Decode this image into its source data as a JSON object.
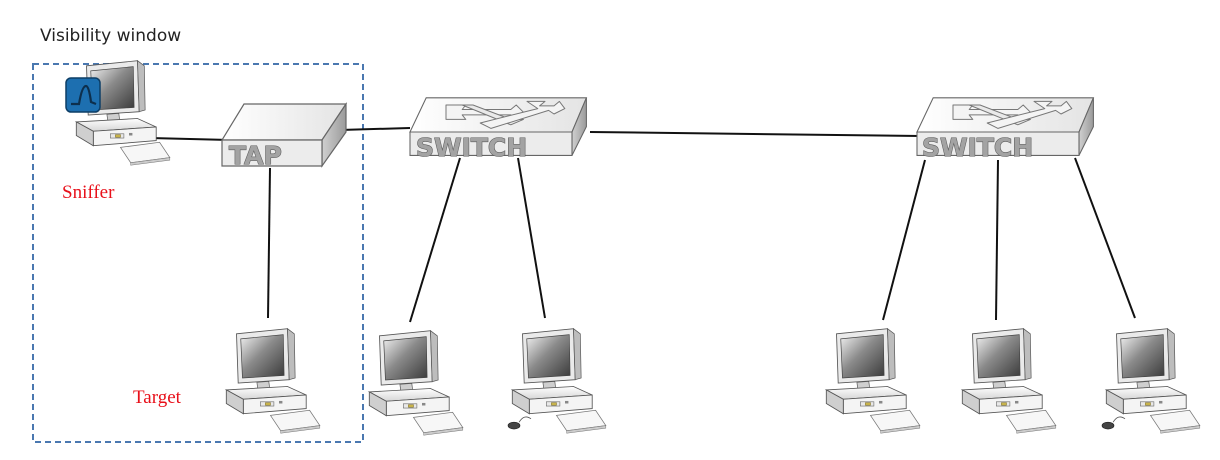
{
  "diagram": {
    "title": "Visibility window",
    "nodes": {
      "sniffer": {
        "label": "Sniffer",
        "label_color": "#e8101a"
      },
      "target": {
        "label": "Target",
        "label_color": "#e8101a"
      },
      "tap": {
        "label": "TAP"
      },
      "switch_1": {
        "label": "SWITCH"
      },
      "switch_2": {
        "label": "SWITCH"
      }
    },
    "visibility_window_border_color": "#4a78b0",
    "link_color": "#111111",
    "sniffer_badge_icon": "waveform-icon",
    "sniffer_badge_color": "#1d6fb0",
    "edges": [
      [
        "sniffer",
        "tap"
      ],
      [
        "tap",
        "target"
      ],
      [
        "tap",
        "switch_1"
      ],
      [
        "switch_1",
        "switch_2"
      ],
      [
        "switch_1",
        "pc_1"
      ],
      [
        "switch_1",
        "pc_2"
      ],
      [
        "switch_2",
        "pc_3"
      ],
      [
        "switch_2",
        "pc_4"
      ],
      [
        "switch_2",
        "pc_5"
      ]
    ]
  }
}
